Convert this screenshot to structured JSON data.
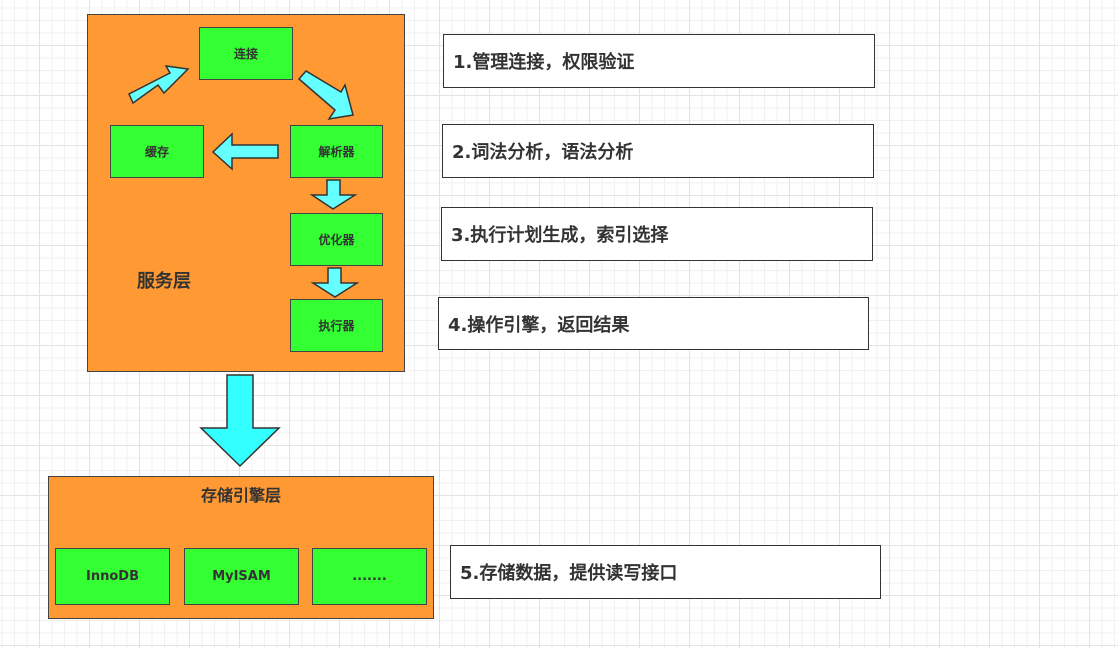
{
  "service_layer": {
    "title": "服务层",
    "nodes": {
      "connection": "连接",
      "cache": "缓存",
      "parser": "解析器",
      "optimizer": "优化器",
      "executor": "执行器"
    }
  },
  "storage_layer": {
    "title": "存储引擎层",
    "engines": [
      "InnoDB",
      "MyISAM",
      "......."
    ]
  },
  "notes": [
    "1.管理连接，权限验证",
    "2.词法分析，语法分析",
    "3.执行计划生成，索引选择",
    "4.操作引擎，返回结果",
    "5.存储数据，提供读写接口"
  ],
  "colors": {
    "layer_fill": "#FF9933",
    "node_fill": "#33FF33",
    "arrow_fill": "#66FFFF",
    "border": "#444444"
  }
}
